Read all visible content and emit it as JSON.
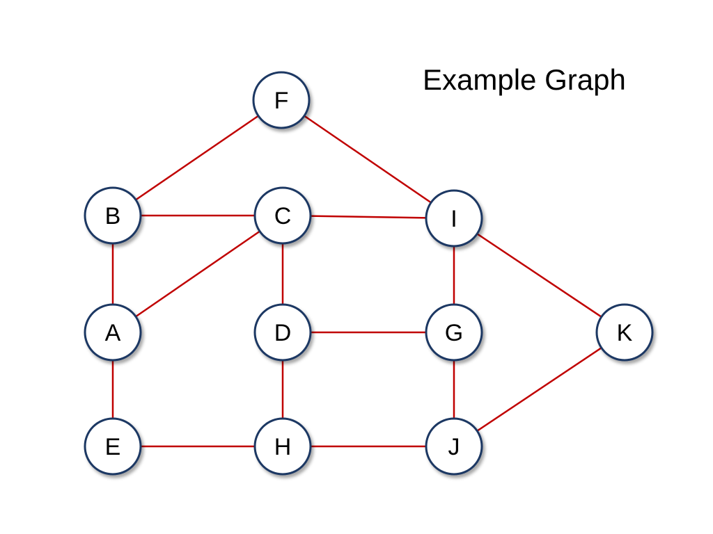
{
  "title": "Example Graph",
  "colors": {
    "edge": "#c00000",
    "node_stroke": "#1f3864",
    "node_fill": "#ffffff",
    "label": "#000000"
  },
  "nodes": [
    {
      "id": "F",
      "label": "F"
    },
    {
      "id": "B",
      "label": "B"
    },
    {
      "id": "C",
      "label": "C"
    },
    {
      "id": "I",
      "label": "I"
    },
    {
      "id": "A",
      "label": "A"
    },
    {
      "id": "D",
      "label": "D"
    },
    {
      "id": "G",
      "label": "G"
    },
    {
      "id": "K",
      "label": "K"
    },
    {
      "id": "E",
      "label": "E"
    },
    {
      "id": "H",
      "label": "H"
    },
    {
      "id": "J",
      "label": "J"
    }
  ],
  "edges": [
    [
      "F",
      "B"
    ],
    [
      "F",
      "I"
    ],
    [
      "B",
      "C"
    ],
    [
      "C",
      "I"
    ],
    [
      "B",
      "A"
    ],
    [
      "C",
      "A"
    ],
    [
      "C",
      "D"
    ],
    [
      "I",
      "G"
    ],
    [
      "I",
      "K"
    ],
    [
      "D",
      "G"
    ],
    [
      "A",
      "E"
    ],
    [
      "D",
      "H"
    ],
    [
      "G",
      "J"
    ],
    [
      "K",
      "J"
    ],
    [
      "E",
      "H"
    ],
    [
      "H",
      "J"
    ]
  ]
}
